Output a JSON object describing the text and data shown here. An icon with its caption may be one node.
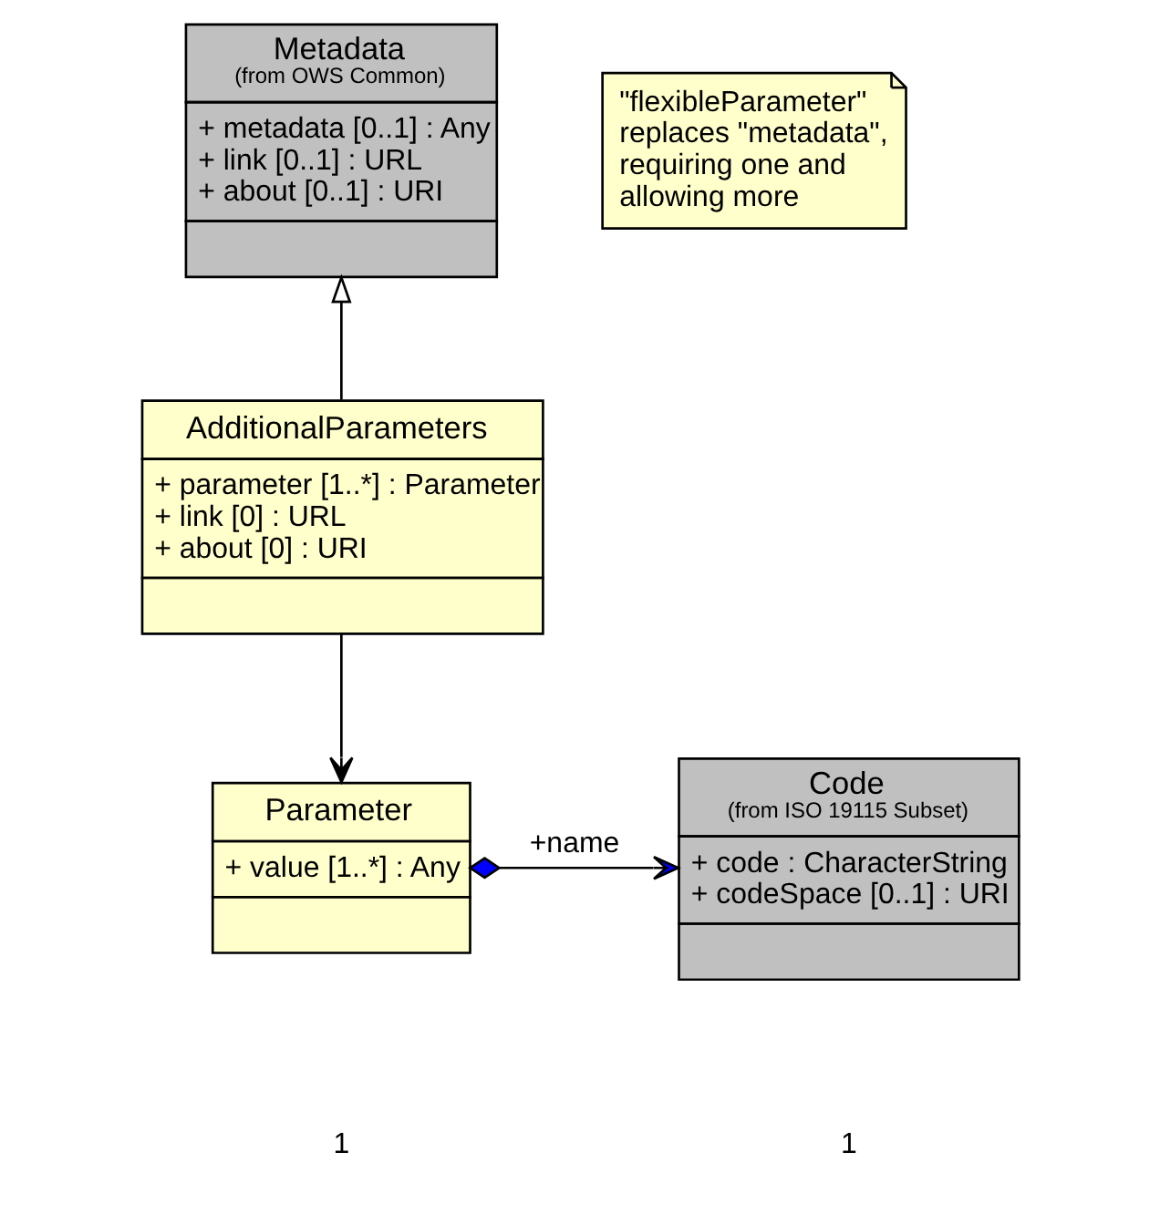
{
  "diagram": {
    "nodes": [
      {
        "text": [
          "Metadata",
          "(from OWS Common)",
          "+ metadata [0..1] : Any",
          "+ link [0..1] : URL",
          "+ about [0..1] : URI"
        ]
      },
      {
        "text": [
          "AdditionalParameters",
          "+ parameter [1..*] : Parameter",
          "+ link [0] : URL",
          "+ about [0] : URI"
        ]
      },
      {
        "text": [
          "Parameter",
          "+ value [1..*] : Any"
        ]
      },
      {
        "text": [
          "Code",
          "(from ISO 19115 Subset)",
          "+ code : CharacterString",
          "+ codeSpace [0..1] : URI"
        ]
      },
      {
        "text": [
          "\"flexibleParameter\" replaces \"metadata\", requiring one and allowing more"
        ]
      }
    ],
    "edges": [
      {
        "from": 1,
        "to": 0,
        "arrow": "to"
      },
      {
        "from": 1,
        "to": 2,
        "arrow": "to"
      },
      {
        "from": 2,
        "to": 3,
        "arrow": "to",
        "label": "+name"
      }
    ],
    "labels": [
      "1",
      "1"
    ]
  }
}
